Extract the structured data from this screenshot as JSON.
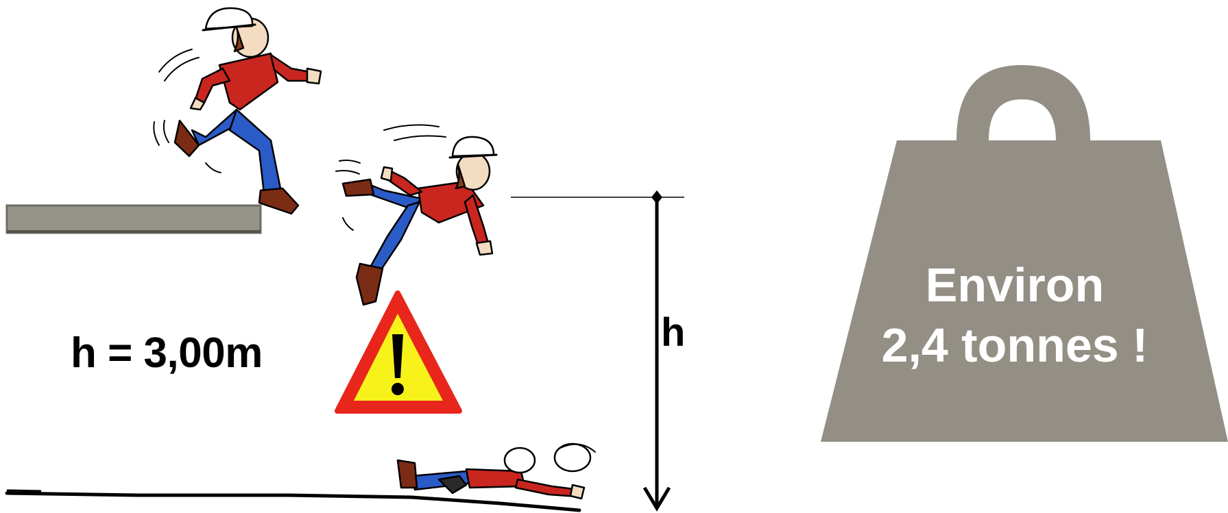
{
  "height_label": "h = 3,00m",
  "dimension_label": "h",
  "weight": {
    "line1": "Environ",
    "line2": "2,4 tonnes !"
  },
  "colors": {
    "platform": "#96938a",
    "weight": "#938f85",
    "warning_border": "#e8261c",
    "warning_fill": "#f7f21a",
    "shirt": "#c8261f",
    "jeans": "#2b5bc6",
    "boots": "#7a2c14"
  },
  "icons": [
    "worker-running-icon",
    "worker-falling-icon",
    "worker-fallen-icon",
    "warning-triangle-icon",
    "weight-icon"
  ]
}
